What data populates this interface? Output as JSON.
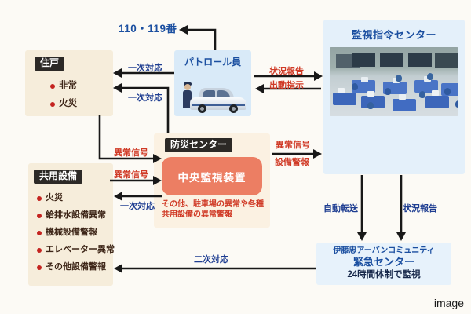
{
  "page": {
    "image_label": "image"
  },
  "colors": {
    "accent_blue": "#1b4fa0",
    "label_blue": "#1e3d91",
    "accent_red": "#d03a26",
    "device_box": "#ec7e63",
    "badge_bg": "#2c2926",
    "box_cream": "#f6eddb",
    "box_light_blue": "#e4f0fa"
  },
  "nodes": {
    "emergency_numbers": {
      "label": "110・119番"
    },
    "residence": {
      "badge": "住戸",
      "items": [
        "非常",
        "火災"
      ]
    },
    "shared_facilities": {
      "badge": "共用設備",
      "items": [
        "火災",
        "給排水設備異常",
        "機械設備警報",
        "エレベーター異常",
        "その他設備警報"
      ]
    },
    "patrol": {
      "title": "パトロール員"
    },
    "command_center": {
      "title": "監視指令センター",
      "photo": "control-room-photo"
    },
    "disaster_center": {
      "badge": "防災センター",
      "device": "中央監視装置",
      "caption_line1": "その他、駐車場の異常や各種",
      "caption_line2": "共用設備の異常警報"
    },
    "urgent_center": {
      "line1": "伊藤忠アーバンコミュニティ",
      "line2": "緊急センター",
      "line3": "24時間体制で監視"
    }
  },
  "arrows": {
    "primary_response_1": "一次対応",
    "primary_response_2": "一次対応",
    "primary_response_3": "一次対応",
    "secondary_response": "二次対応",
    "abnormal_signal_1": "異常信号",
    "abnormal_signal_2": "異常信号",
    "abnormal_signal_3": "異常信号",
    "equipment_alarm": "設備警報",
    "status_report_1": "状況報告",
    "dispatch_order": "出動指示",
    "auto_transfer": "自動転送",
    "status_report_2": "状況報告"
  }
}
